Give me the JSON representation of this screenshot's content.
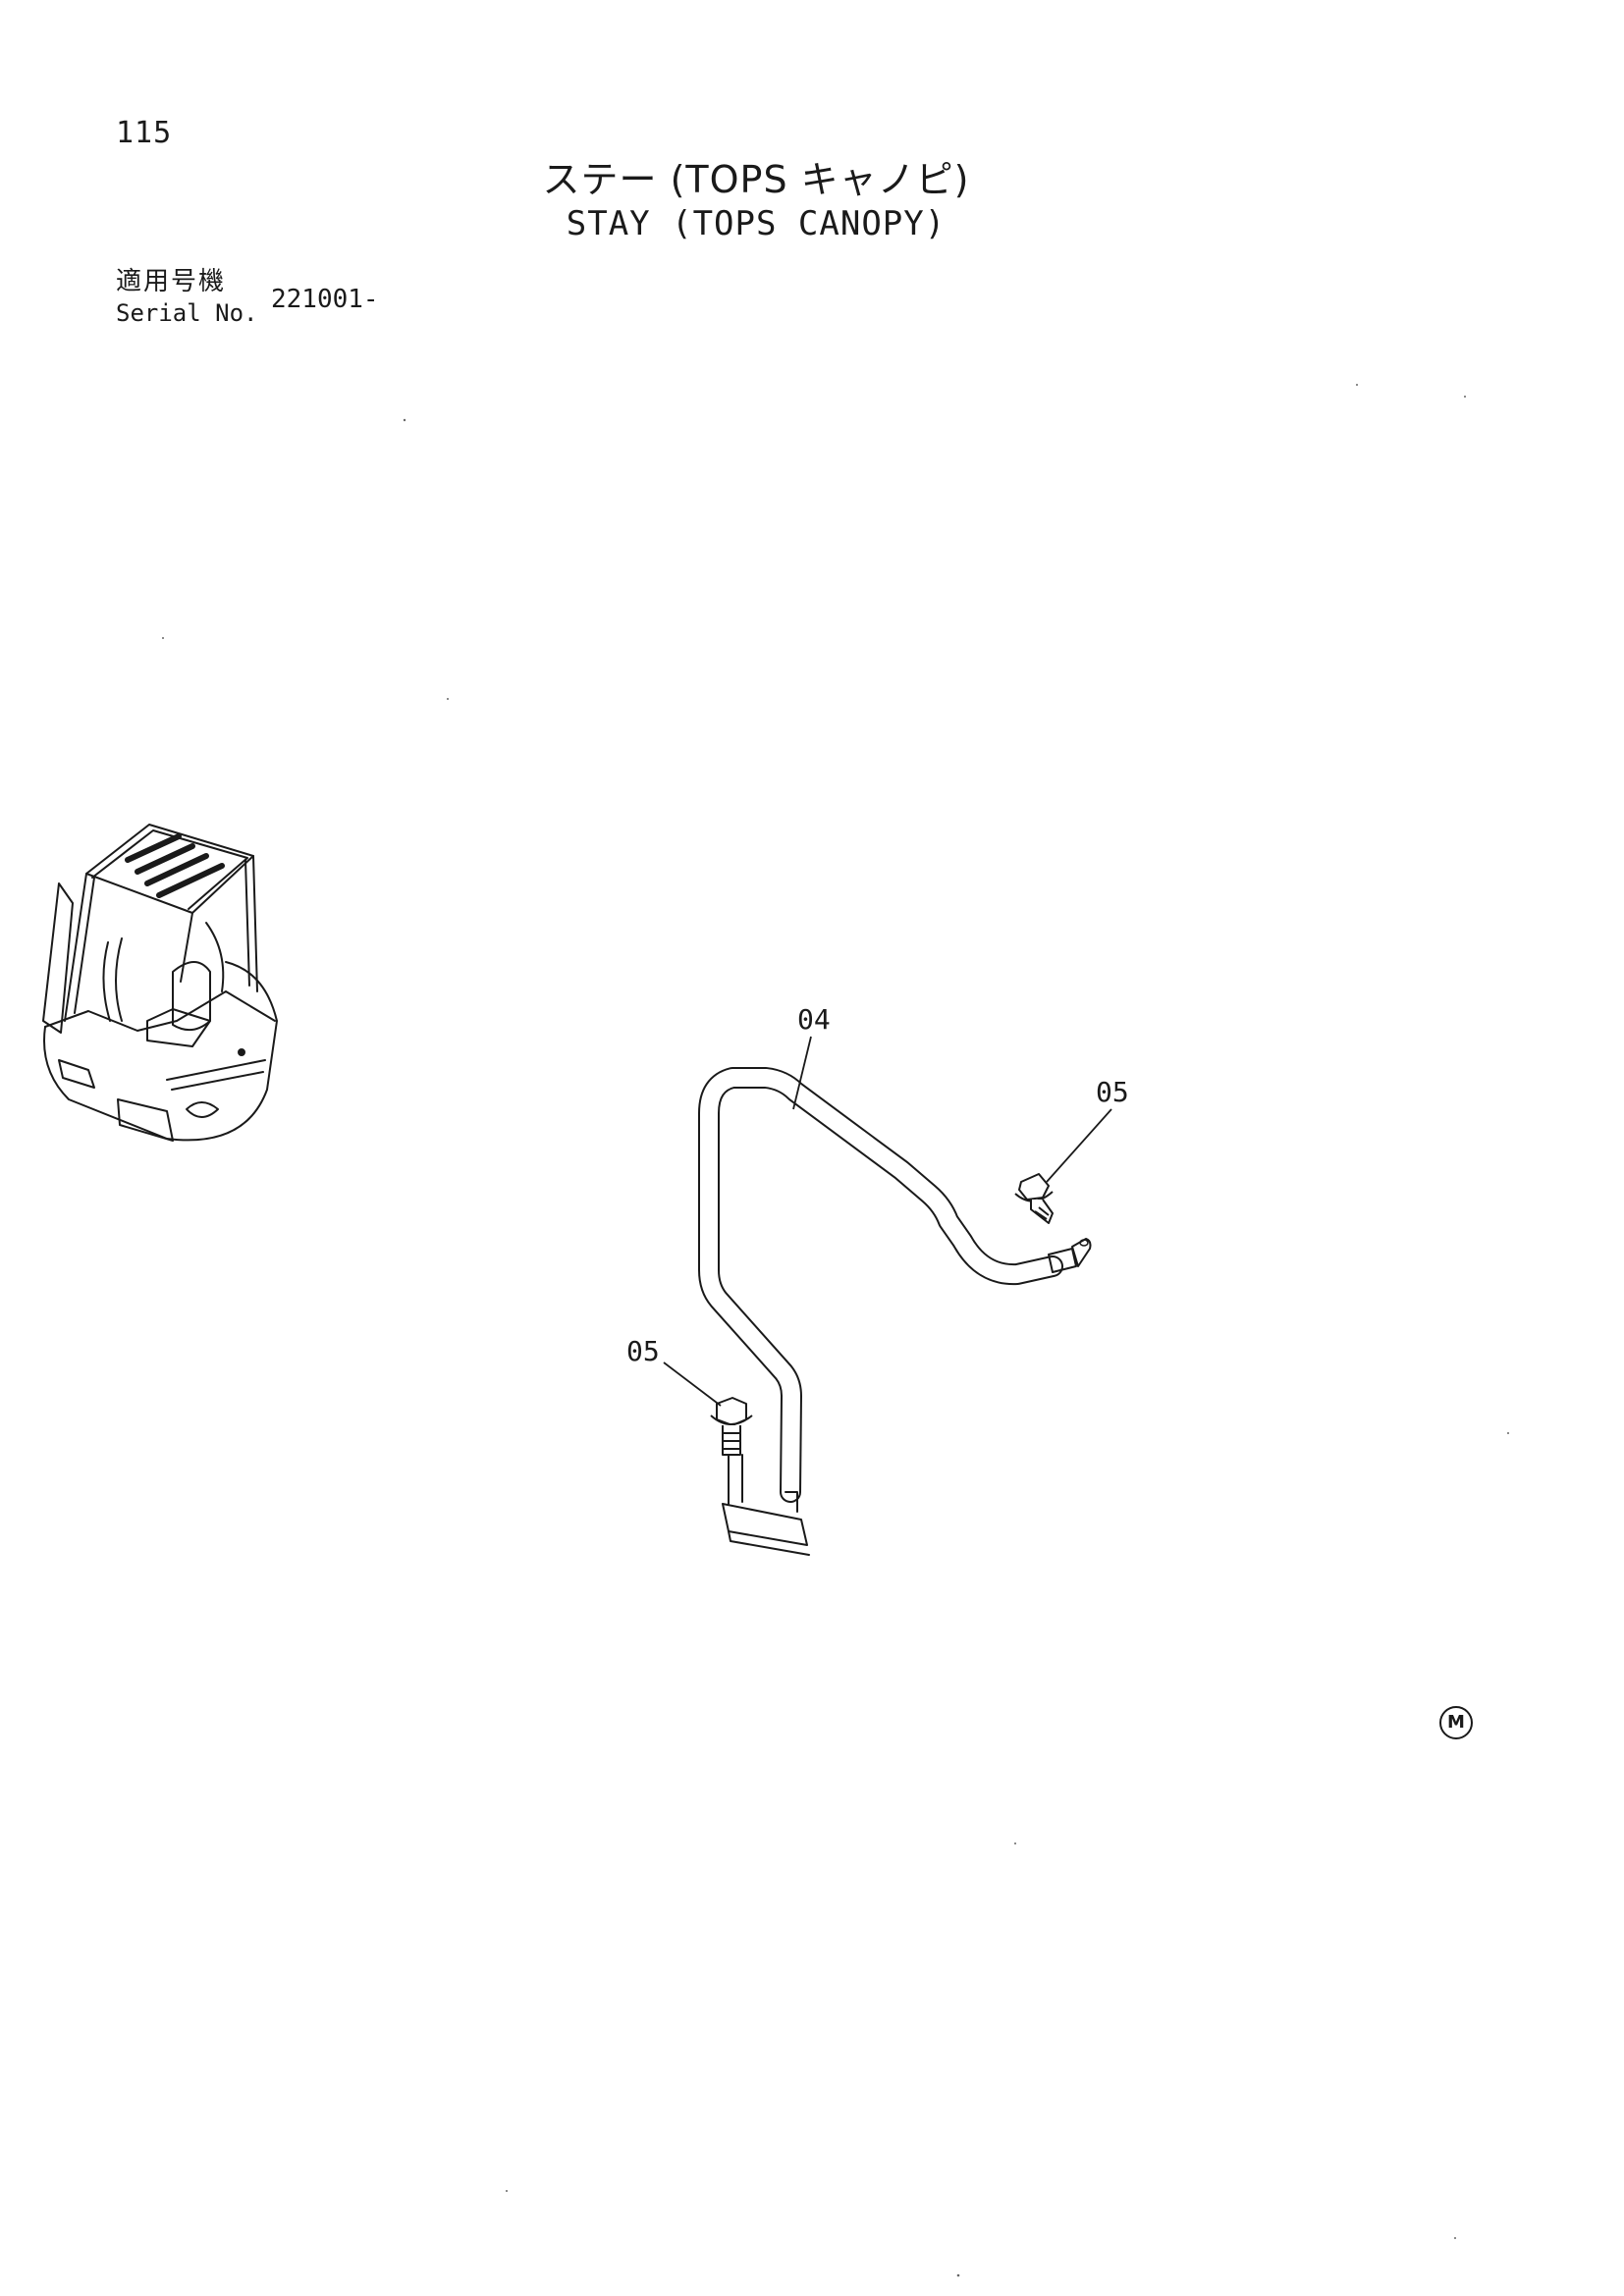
{
  "page": {
    "number": "115"
  },
  "title": {
    "japanese": "ステー (TOPS キャノピ)",
    "english": "STAY (TOPS CANOPY)"
  },
  "serial": {
    "label_jp": "適用号機",
    "label_en": "Serial No.",
    "value": "221001-"
  },
  "callouts": {
    "stay": "04",
    "bolt_upper": "05",
    "bolt_lower": "05"
  },
  "footer": {
    "mark": "M"
  }
}
